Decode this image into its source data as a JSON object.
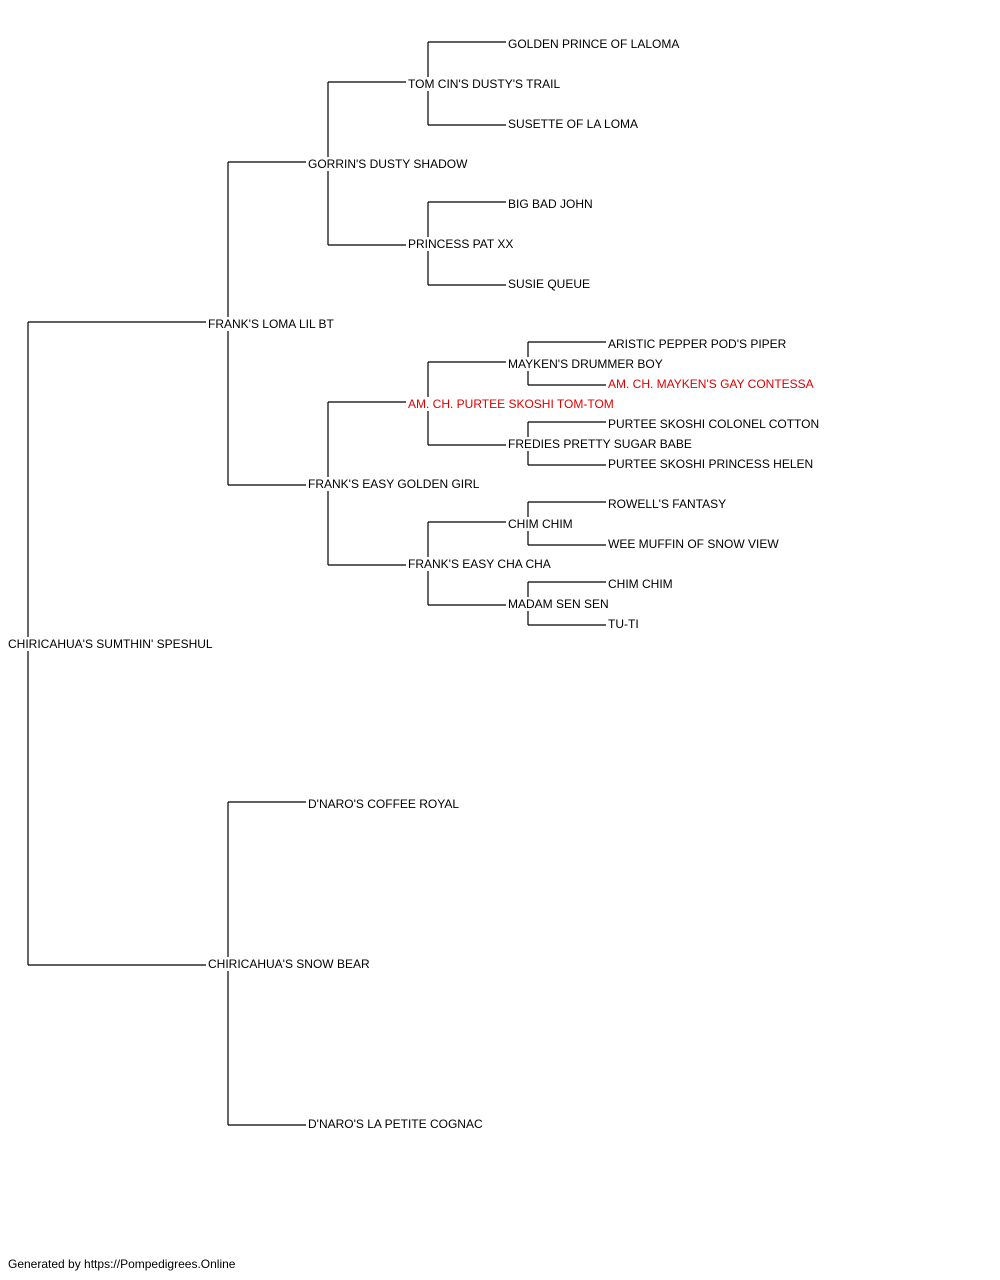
{
  "colors": {
    "line": "#000000",
    "text": "#000000",
    "highlight": "#e00000",
    "background": "#ffffff"
  },
  "pedigree": {
    "subject": "CHIRICAHUA'S SUMTHIN' SPESHUL",
    "sire": "FRANK'S LOMA LIL BT",
    "sire_sire": "GORRIN'S DUSTY SHADOW",
    "sire_sire_sire": "TOM CIN'S DUSTY'S TRAIL",
    "sire_sire_sire_sire": "GOLDEN PRINCE OF LALOMA",
    "sire_sire_sire_dam": "SUSETTE OF LA LOMA",
    "sire_sire_dam": "PRINCESS PAT XX",
    "sire_sire_dam_sire": "BIG BAD JOHN",
    "sire_sire_dam_dam": "SUSIE QUEUE",
    "sire_dam": "FRANK'S EASY GOLDEN GIRL",
    "sire_dam_sire": "AM. CH. PURTEE SKOSHI TOM-TOM",
    "sire_dam_sire_sire": "MAYKEN'S DRUMMER BOY",
    "sire_dam_sire_sire_sire": "ARISTIC PEPPER POD'S PIPER",
    "sire_dam_sire_sire_dam": "AM. CH. MAYKEN'S GAY CONTESSA",
    "sire_dam_sire_dam": "FREDIES PRETTY SUGAR BABE",
    "sire_dam_sire_dam_sire": "PURTEE SKOSHI COLONEL COTTON",
    "sire_dam_sire_dam_dam": "PURTEE SKOSHI PRINCESS HELEN",
    "sire_dam_dam": "FRANK'S EASY CHA CHA",
    "sire_dam_dam_sire": "CHIM CHIM",
    "sire_dam_dam_sire_sire": "ROWELL'S FANTASY",
    "sire_dam_dam_sire_dam": "WEE MUFFIN OF SNOW VIEW",
    "sire_dam_dam_dam": "MADAM SEN SEN",
    "sire_dam_dam_dam_sire": "CHIM CHIM",
    "sire_dam_dam_dam_dam": "TU-TI",
    "dam": "CHIRICAHUA'S SNOW BEAR",
    "dam_sire": "D'NARO'S COFFEE ROYAL",
    "dam_dam": "D'NARO'S LA PETITE COGNAC"
  },
  "footer": "Generated by https://Pompedigrees.Online"
}
